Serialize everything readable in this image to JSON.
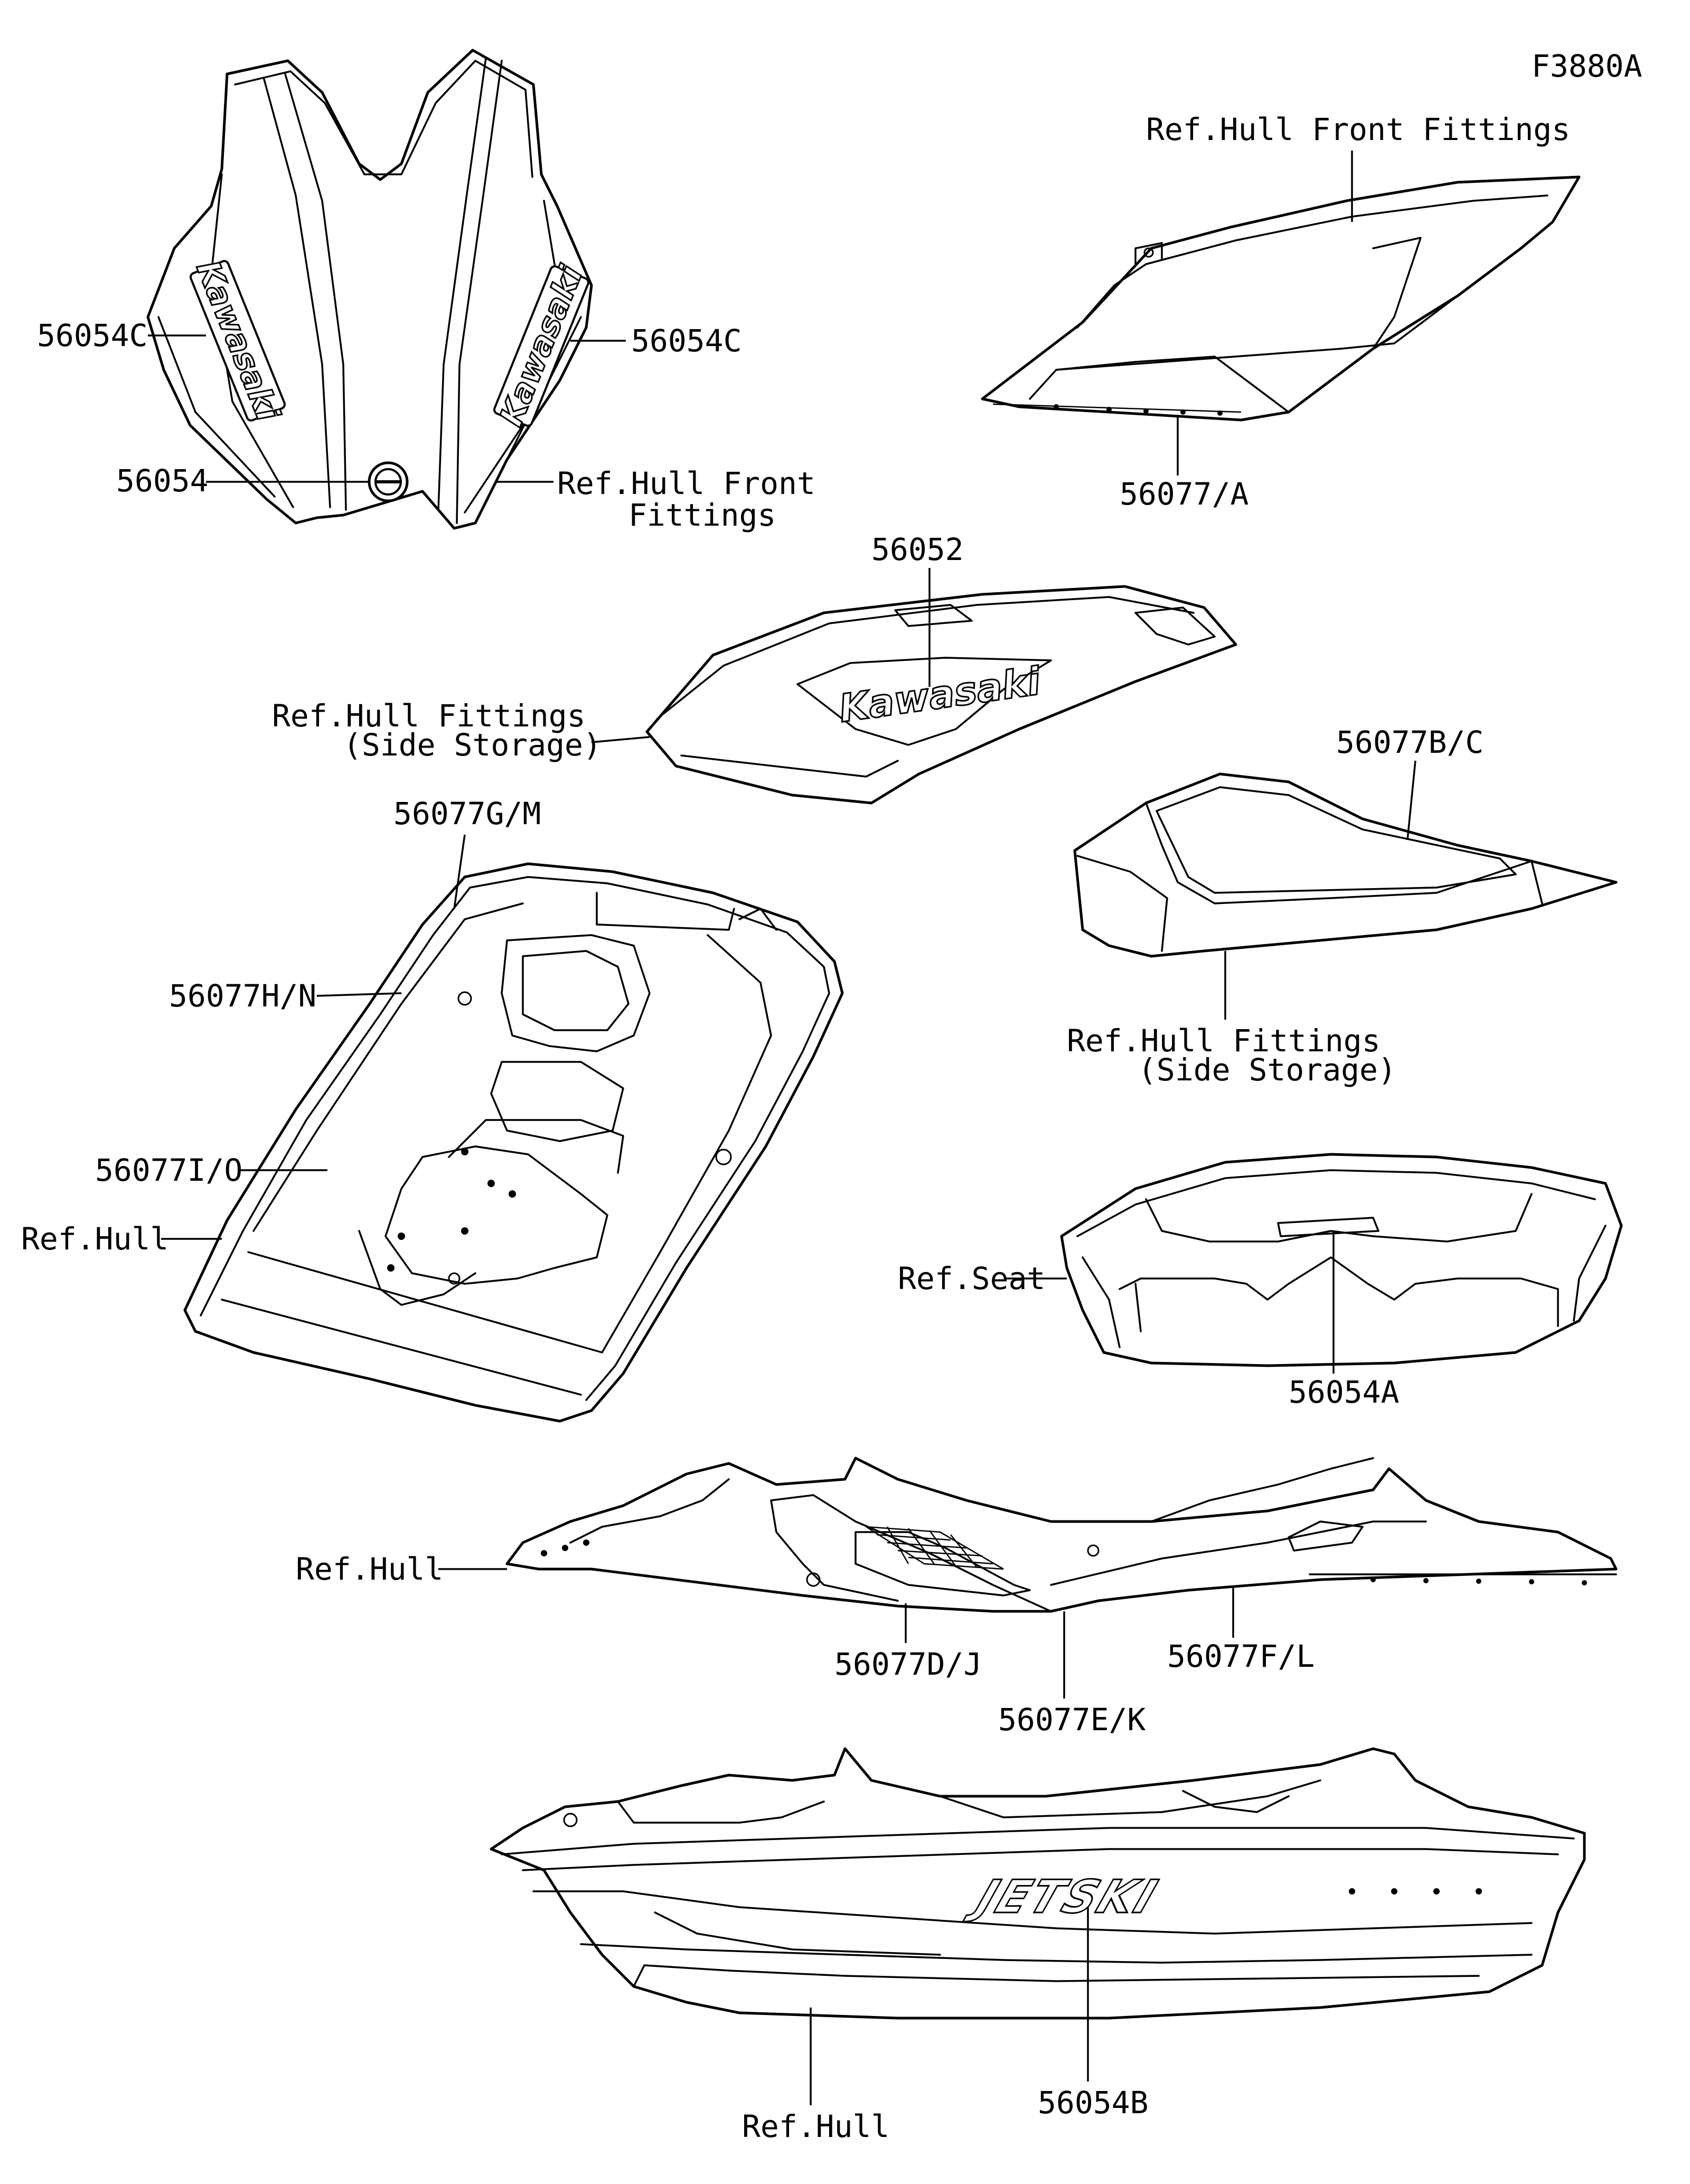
{
  "figure_code": "F3880A",
  "labels": {
    "hull_front_fittings_top": "Ref.Hull Front Fittings",
    "p56077_A": "56077/A",
    "p56054C_left": "56054C",
    "p56054C_right": "56054C",
    "p56054": "56054",
    "hull_front_fittings_line1": "Ref.Hull Front",
    "hull_front_fittings_line2": "Fittings",
    "p56052": "56052",
    "side_storage_left_line1": "Ref.Hull Fittings",
    "side_storage_left_line2": "(Side Storage)",
    "p56077B_C": "56077B/C",
    "side_storage_right_line1": "Ref.Hull Fittings",
    "side_storage_right_line2": "(Side Storage)",
    "p56077G_M": "56077G/M",
    "p56077H_N": "56077H/N",
    "p56077I_O": "56077I/O",
    "ref_hull_deck": "Ref.Hull",
    "ref_seat": "Ref.Seat",
    "p56054A": "56054A",
    "ref_hull_side": "Ref.Hull",
    "p56077D_J": "56077D/J",
    "p56077E_K": "56077E/K",
    "p56077F_L": "56077F/L",
    "ref_hull_bottom": "Ref.Hull",
    "p56054B": "56054B"
  },
  "decals": {
    "kawasaki_wordmark": "Kawasaki",
    "jetski_wordmark": "JETSKI"
  }
}
